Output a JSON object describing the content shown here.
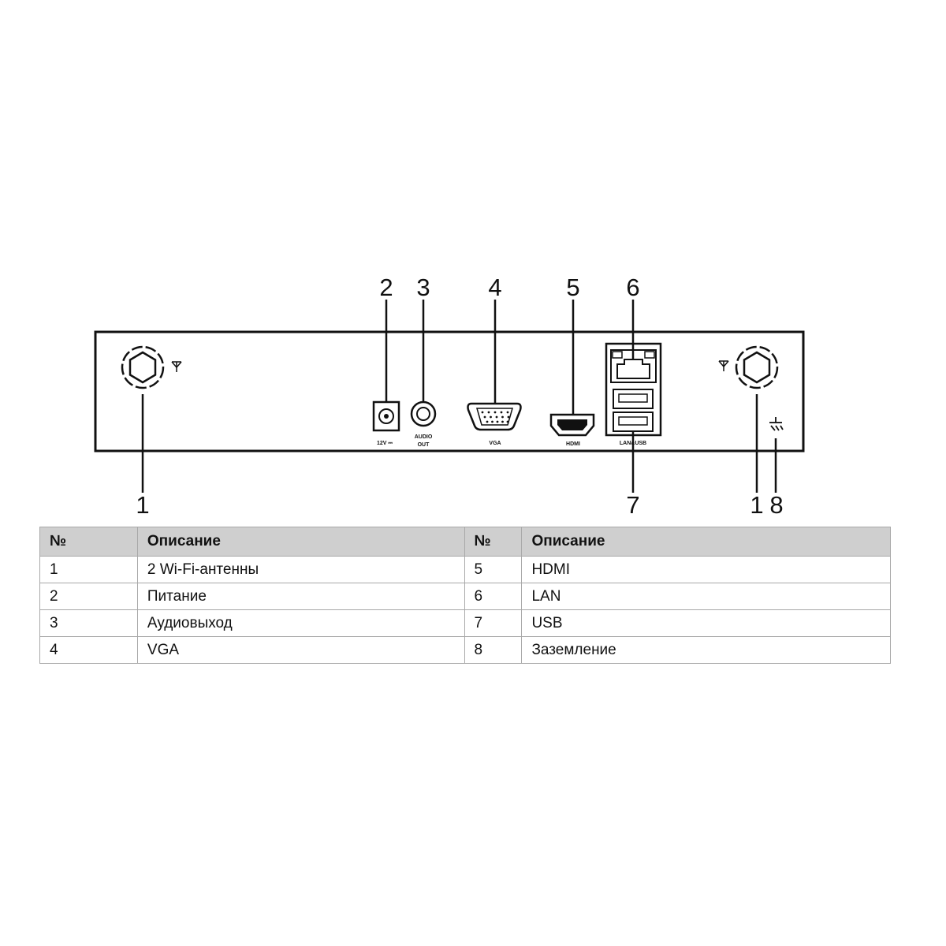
{
  "diagram": {
    "callouts": [
      "1",
      "2",
      "3",
      "4",
      "5",
      "6",
      "7",
      "1",
      "8"
    ],
    "port_labels": {
      "power": "12V ⎓",
      "audio": [
        "AUDIO",
        "OUT"
      ],
      "vga": "VGA",
      "hdmi": "HDMI",
      "lan_usb": "LAN&USB"
    }
  },
  "table": {
    "headers": [
      "№",
      "Описание",
      "№",
      "Описание"
    ],
    "rows": [
      [
        "1",
        "2 Wi-Fi-антенны",
        "5",
        "HDMI"
      ],
      [
        "2",
        "Питание",
        "6",
        "LAN"
      ],
      [
        "3",
        "Аудиовыход",
        "7",
        "USB"
      ],
      [
        "4",
        "VGA",
        "8",
        "Заземление"
      ]
    ]
  }
}
